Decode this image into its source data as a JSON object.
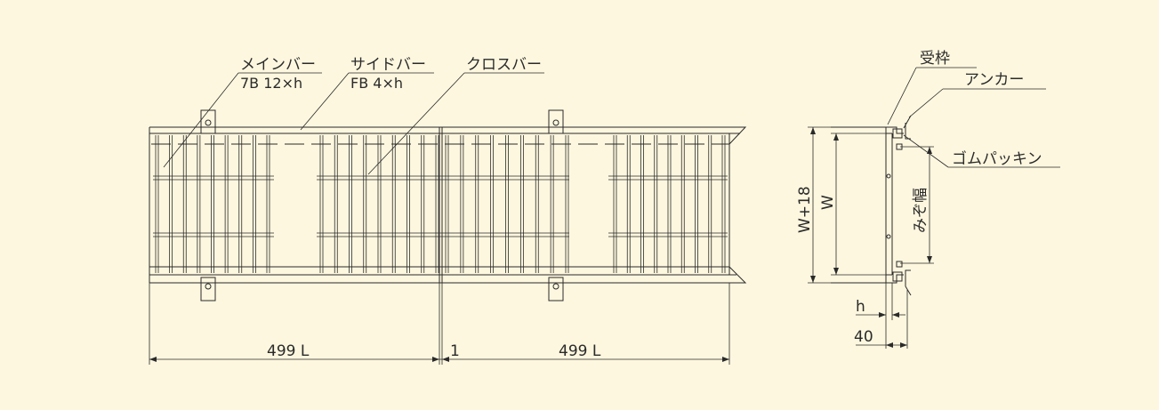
{
  "labels": {
    "main_bar": "メインバー",
    "main_bar_spec": "7B 12×h",
    "side_bar": "サイドバー",
    "side_bar_spec": "FB 4×h",
    "cross_bar": "クロスバー",
    "frame": "受枠",
    "anchor": "アンカー",
    "rubber_packing": "ゴムパッキン",
    "groove_width": "みぞ幅",
    "w_plus_18": "W+18",
    "w": "W",
    "h": "h",
    "dim_40": "40",
    "dim_left": "499 L",
    "dim_gap": "1",
    "dim_right": "499 L"
  },
  "colors": {
    "background": "#fdf7df",
    "line": "#2a2a2a"
  }
}
